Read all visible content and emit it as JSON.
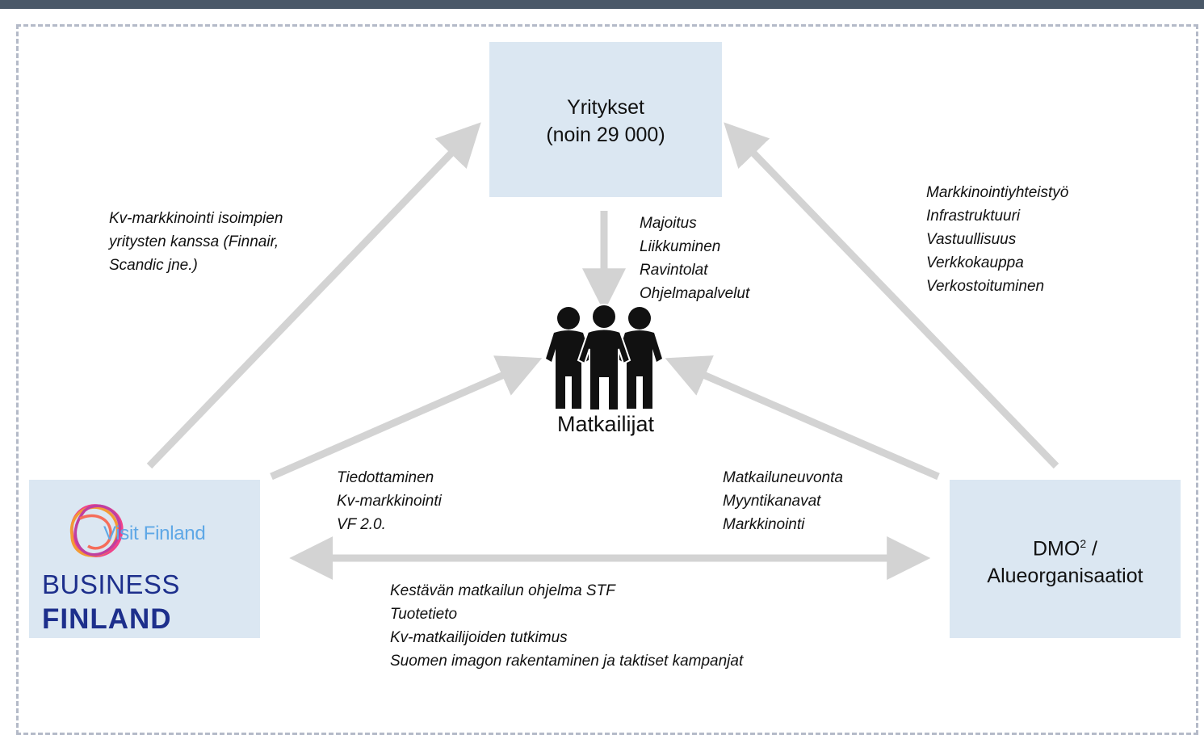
{
  "diagram": {
    "companies_box": {
      "line1": "Yritykset",
      "line2": "(noin 29 000)"
    },
    "dmo_box": {
      "line1_main": "DMO",
      "line1_sup": "2",
      "line1_tail": " /",
      "line2": "Alueorganisaatiot"
    },
    "travelers_label": "Matkailijat",
    "business_finland_logo": {
      "visit": "Visit Finland",
      "business": "BUSINESS",
      "finland": "FINLAND"
    },
    "bf_to_companies": [
      "Kv-markkinointi isoimpien",
      "yritysten kanssa (Finnair,",
      "Scandic jne.)"
    ],
    "companies_to_travelers": [
      "Majoitus",
      "Liikkuminen",
      "Ravintolat",
      "Ohjelmapalvelut"
    ],
    "dmo_to_companies": [
      "Markkinointiyhteistyö",
      "Infrastruktuuri",
      "Vastuullisuus",
      "Verkkokauppa",
      "Verkostoituminen"
    ],
    "bf_to_travelers": [
      "Tiedottaminen",
      "Kv-markkinointi",
      "VF 2.0."
    ],
    "dmo_to_travelers": [
      "Matkailuneuvonta",
      "Myyntikanavat",
      "Markkinointi"
    ],
    "bf_dmo": [
      "Kestävän matkailun ohjelma STF",
      "Tuotetieto",
      "Kv-matkailijoiden tutkimus",
      "Suomen imagon rakentaminen ja taktiset kampanjat"
    ]
  },
  "colors": {
    "box_fill": "#dbe7f2",
    "arrow": "#d3d3d3",
    "top_bar": "#4a5868",
    "frame_dash": "#b4bac8",
    "bf_navy": "#1d2f8c",
    "vf_blue": "#5fa8e6"
  },
  "icons": {
    "travelers": "people-group-icon",
    "visit_finland": "visit-finland-knot-logo"
  }
}
